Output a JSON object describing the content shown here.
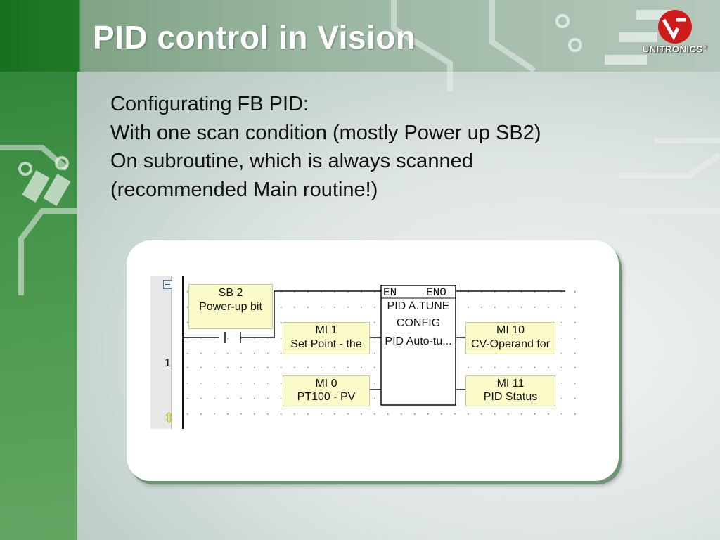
{
  "slide": {
    "title": "PID control in Vision",
    "logo_text": "UNITRONICS",
    "logo_mark": "®",
    "body_lines": [
      "Configurating FB PID:",
      "With one scan condition (mostly Power up SB2)",
      "On subroutine, which is always scanned",
      "(recommended Main routine!)"
    ]
  },
  "ladder": {
    "rung_number": "1",
    "contact": {
      "name": "SB 2",
      "desc": "Power-up bit"
    },
    "inputs": [
      {
        "name": "MI 1",
        "desc": "Set Point - the"
      },
      {
        "name": "MI 0",
        "desc": "PT100 - PV"
      }
    ],
    "block": {
      "en": "EN",
      "eno": "ENO",
      "line1": "PID A.TUNE",
      "line2": "CONFIG",
      "line3": "PID Auto-tu..."
    },
    "outputs": [
      {
        "name": "MI 10",
        "desc": "CV-Operand for"
      },
      {
        "name": "MI 11",
        "desc": "PID Status"
      }
    ]
  },
  "colors": {
    "green": "#1f7a25",
    "box_fill": "#fbfbc9",
    "logo_red": "#cc1b1b"
  }
}
